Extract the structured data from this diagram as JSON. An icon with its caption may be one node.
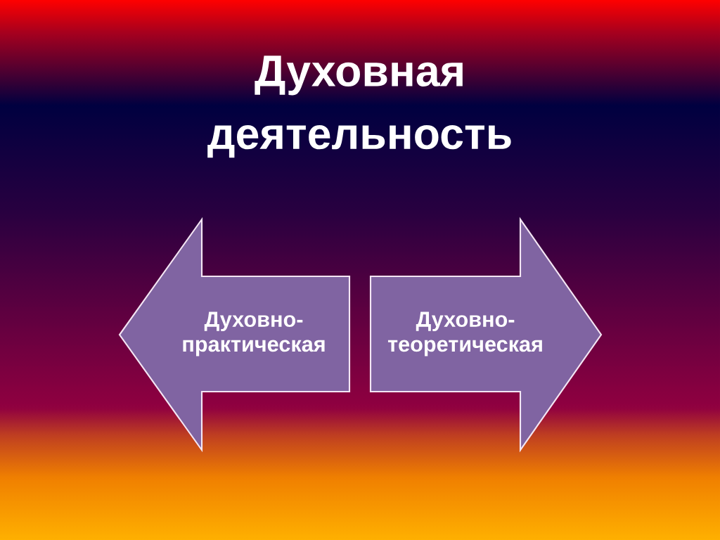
{
  "diagram": {
    "title": "Духовная деятельность",
    "nodes": [
      {
        "text": [
          "Духовно- практическая"
        ]
      },
      {
        "text": [
          "Духовно- теоретическая"
        ]
      }
    ]
  }
}
